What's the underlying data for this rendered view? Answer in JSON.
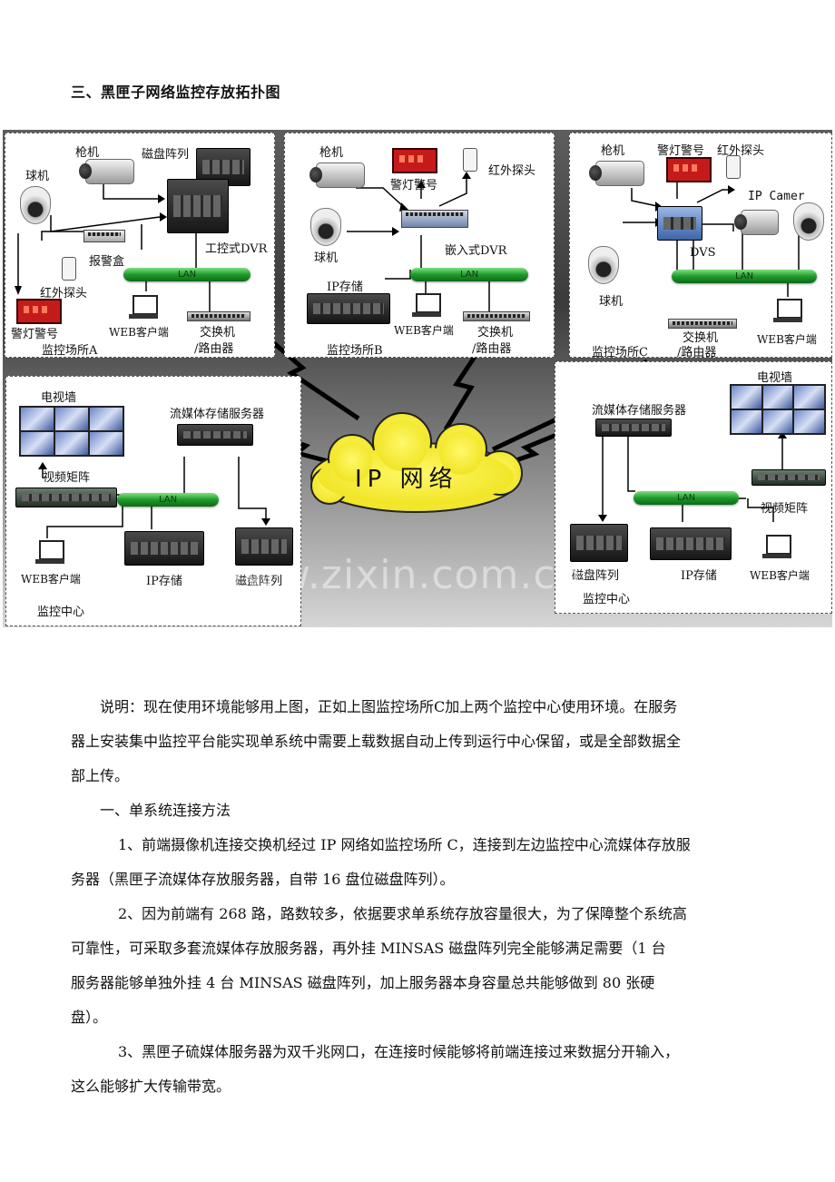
{
  "heading": "三、黑匣子网络监控存放拓扑图",
  "diagram": {
    "site_a": {
      "gun_camera": "枪机",
      "disk_array": "磁盘阵列",
      "dome_camera": "球机",
      "alarm_box": "报警盒",
      "industrial_dvr": "工控式DVR",
      "ir_probe": "红外探头",
      "lan": "LAN",
      "alarm_light": "警灯警号",
      "web_client": "WEB客户端",
      "switch": "交换机",
      "router": "/路由器",
      "site_name": "监控场所A"
    },
    "site_b": {
      "gun_camera": "枪机",
      "alarm_light": "警灯警号",
      "ir_probe": "红外探头",
      "dome_camera": "球机",
      "embedded_dvr": "嵌入式DVR",
      "ip_storage": "IP存储",
      "lan": "LAN",
      "web_client": "WEB客户端",
      "switch": "交换机",
      "router": "/路由器",
      "site_name": "监控场所B"
    },
    "site_c": {
      "gun_camera": "枪机",
      "alarm_light": "警灯警号",
      "ir_probe": "红外探头",
      "ip_camera": "IP Camer",
      "dvs": "DVS",
      "dome_camera": "球机",
      "lan": "LAN",
      "switch": "交换机",
      "router": "/路由器",
      "web_client": "WEB客户端",
      "site_name": "监控场所C"
    },
    "center_left": {
      "tv_wall": "电视墙",
      "streaming_server": "流媒体存储服务器",
      "video_matrix": "视频矩阵",
      "lan": "LAN",
      "web_client": "WEB客户端",
      "ip_storage": "IP存储",
      "disk_array": "磁盘阵列",
      "center_name": "监控中心"
    },
    "center_right": {
      "streaming_server": "流媒体存储服务器",
      "tv_wall": "电视墙",
      "lan": "LAN",
      "video_matrix": "视频矩阵",
      "disk_array": "磁盘阵列",
      "ip_storage": "IP存储",
      "web_client": "WEB客户端",
      "center_name": "监控中心"
    },
    "cloud_label": "IP 网络",
    "watermark": "www.zixin.com.cn",
    "colors": {
      "lan_green": "#1f9a2b",
      "cloud_yellow": "#f7ee2e",
      "alarm_red": "#c51a1a"
    }
  },
  "body": {
    "note_lines": [
      "说明：现在使用环境能够用上图，正如上图监控场所C加上两个监控中心使用环境。在服务",
      "器上安装集中监控平台能实现单系统中需要上载数据自动上传到运行中心保留，或是全部数据全",
      "部上传。"
    ],
    "method_title": "一、单系统连接方法",
    "item1_lines": [
      "1、前端摄像机连接交换机经过 IP 网络如监控场所 C，连接到左边监控中心流媒体存放服",
      "务器（黑匣子流媒体存放服务器，自带 16 盘位磁盘阵列）。"
    ],
    "item2_lines": [
      "2、因为前端有 268 路，路数较多，依据要求单系统存放容量很大，为了保障整个系统高",
      "可靠性，可采取多套流媒体存放服务器，再外挂 MINSAS 磁盘阵列完全能够满足需要（1 台",
      "服务器能够单独外挂 4 台 MINSAS 磁盘阵列，加上服务器本身容量总共能够做到 80 张硬",
      "盘）。"
    ],
    "item3_lines": [
      "3、黑匣子硫媒体服务器为双千兆网口，在连接时候能够将前端连接过来数据分开输入，",
      "这么能够扩大传输带宽。"
    ]
  }
}
